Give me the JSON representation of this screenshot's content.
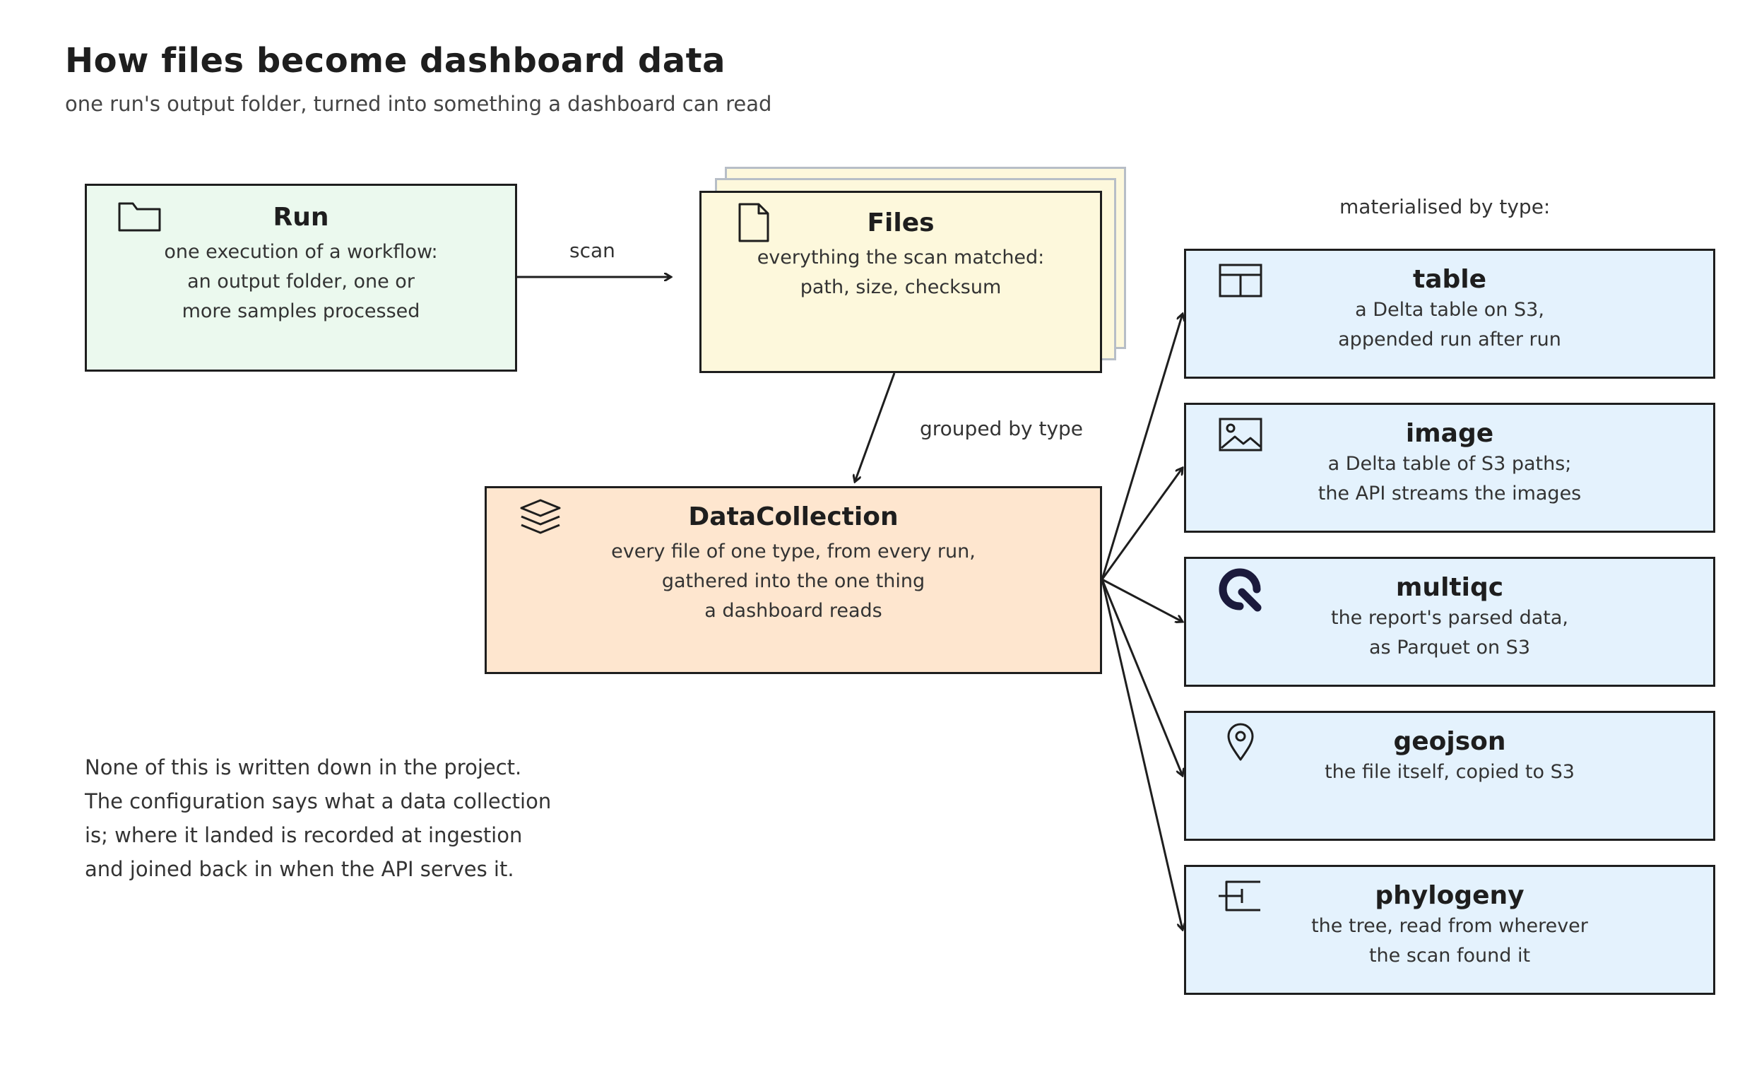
{
  "header": {
    "title": "How files become dashboard data",
    "subtitle": "one run's output folder, turned into something a dashboard can read"
  },
  "nodes": {
    "run": {
      "name": "Run",
      "desc": "one execution of a workflow:\nan output folder, one or\nmore samples processed",
      "icon": "folder-icon",
      "fill": "#ebf9ee"
    },
    "files": {
      "name": "Files",
      "desc": "everything the scan matched:\npath, size, checksum",
      "icon": "file-icon",
      "fill": "#fdf8dc"
    },
    "datacollection": {
      "name": "DataCollection",
      "desc": "every file of one type, from every run,\ngathered into the one thing\na dashboard reads",
      "icon": "layers-icon",
      "fill": "#fee6cf"
    }
  },
  "types": [
    {
      "name": "table",
      "desc": "a Delta table on S3,\nappended run after run",
      "icon": "table-icon"
    },
    {
      "name": "image",
      "desc": "a Delta table of S3 paths;\nthe API streams the images",
      "icon": "image-icon"
    },
    {
      "name": "multiqc",
      "desc": "the report's parsed data,\nas Parquet on S3",
      "icon": "multiqc-logo-icon"
    },
    {
      "name": "geojson",
      "desc": "the file itself, copied to S3",
      "icon": "map-pin-icon"
    },
    {
      "name": "phylogeny",
      "desc": "the tree, read from wherever\nthe scan found it",
      "icon": "tree-icon"
    }
  ],
  "edge_labels": {
    "scan": "scan",
    "grouped": "grouped by type",
    "materialised": "materialised by type:"
  },
  "note": "None of this is written down in the project.\nThe configuration says what a data collection\nis; where it landed is recorded at ingestion\nand joined back in when the API serves it.",
  "colors": {
    "type_fill": "#e4f2fd",
    "stroke": "#1e1e1e",
    "stack_stroke": "#b7bec7"
  }
}
